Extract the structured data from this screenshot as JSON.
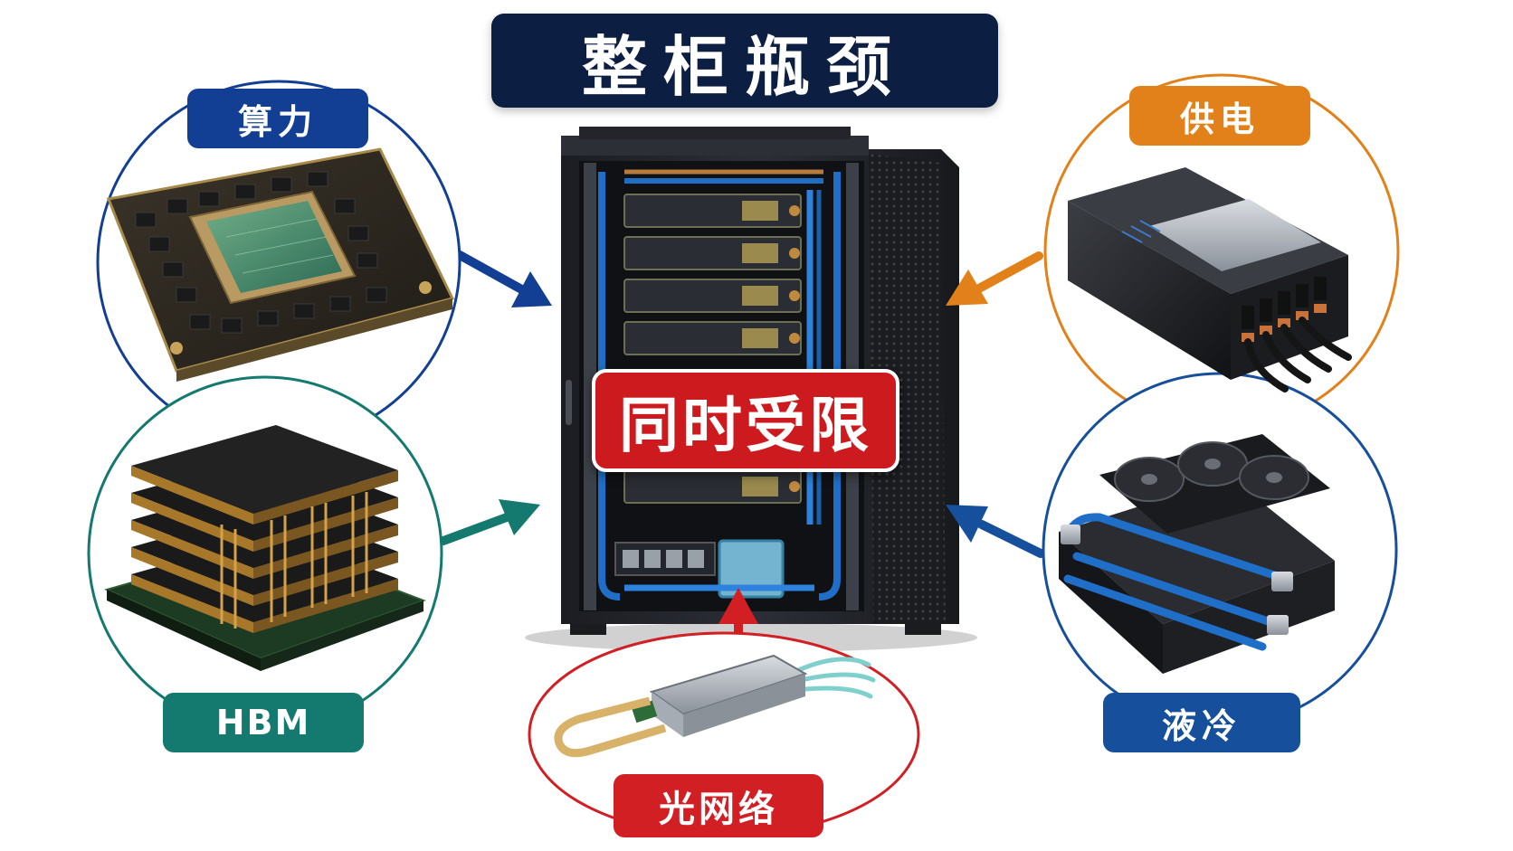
{
  "title": "整柜瓶颈",
  "center_label": "同时受限",
  "components": {
    "compute": {
      "label": "算力",
      "color": "#123f94"
    },
    "power": {
      "label": "供电",
      "color": "#e2801a"
    },
    "hbm": {
      "label": "HBM",
      "color": "#14796e"
    },
    "cooling": {
      "label": "液冷",
      "color": "#164f9c"
    },
    "optical": {
      "label": "光网络",
      "color": "#d11f24"
    }
  },
  "icons": {
    "compute": "gpu-chip-icon",
    "power": "power-supply-icon",
    "hbm": "hbm-memory-stack-icon",
    "cooling": "liquid-cooling-module-icon",
    "optical": "optical-transceiver-icon",
    "center": "server-rack-icon"
  }
}
